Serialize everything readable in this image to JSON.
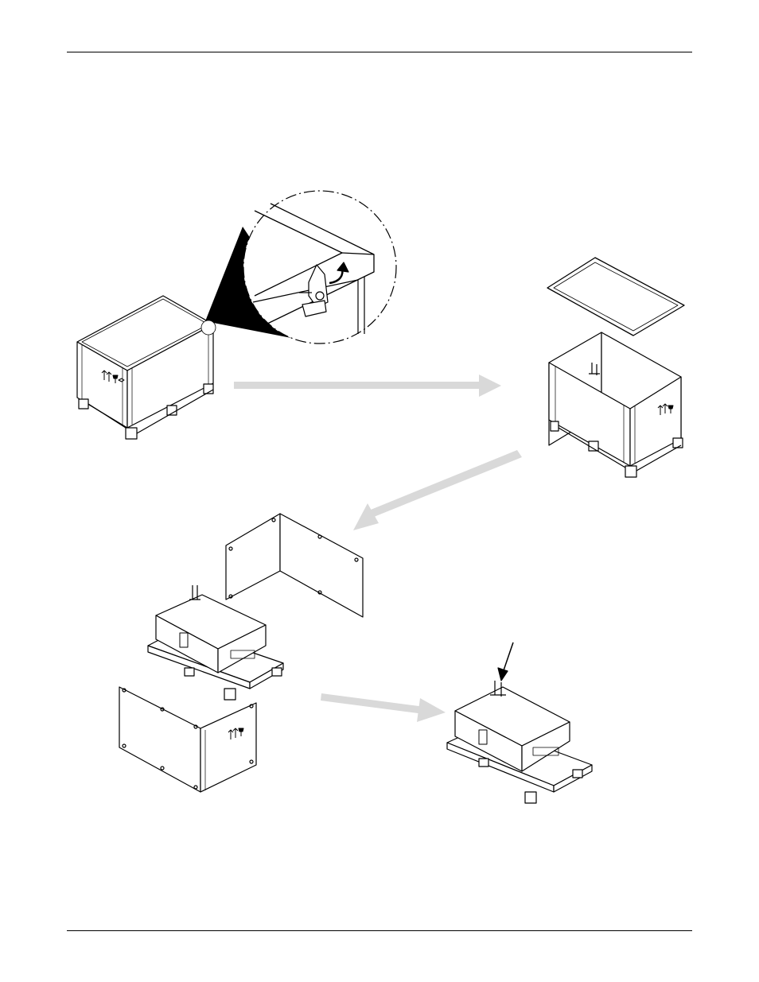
{
  "page": {
    "kind": "unpacking-instructions-illustration",
    "background": "#ffffff",
    "line_color": "#000000",
    "arrow_color": "#d9d9d9"
  },
  "figure": {
    "steps": [
      "crated-unit-with-clip-detail",
      "crate-top-removed",
      "crate-sides-removed",
      "unit-on-pallet-with-lifting-point"
    ],
    "icons": [
      "fragile-handling-symbols"
    ]
  }
}
